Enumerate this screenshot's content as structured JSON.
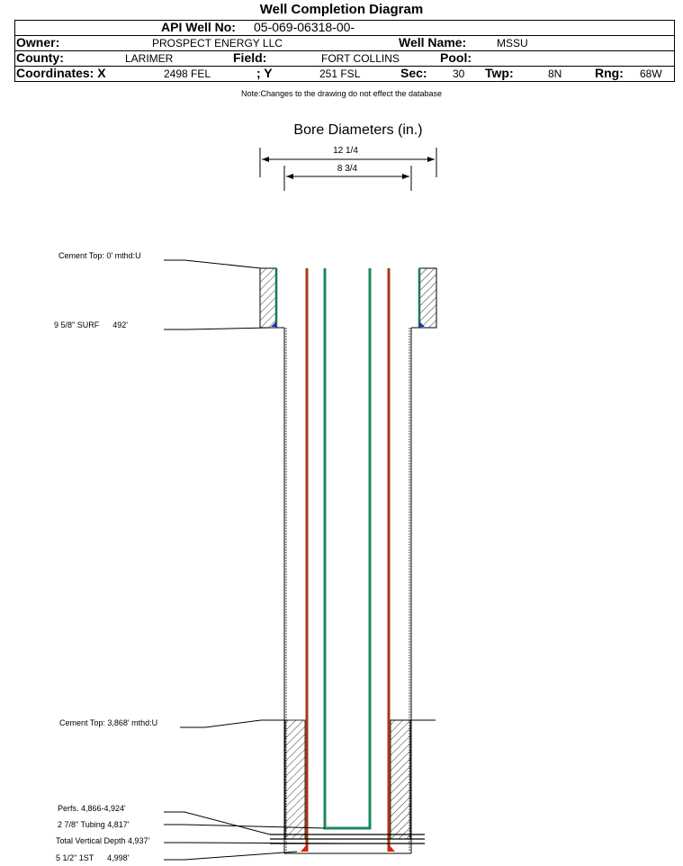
{
  "title": "Well Completion Diagram",
  "header": {
    "api_label": "API Well No:",
    "api_value": "05-069-06318-00-",
    "owner_label": "Owner:",
    "owner_value": "PROSPECT ENERGY LLC",
    "well_name_label": "Well Name:",
    "well_name_value": "MSSU",
    "county_label": "County:",
    "county_value": "LARIMER",
    "field_label": "Field:",
    "field_value": "FORT COLLINS",
    "pool_label": "Pool:",
    "pool_value": "",
    "coordx_label": "Coordinates: X",
    "coordx_value": "2498 FEL",
    "y_label": "; Y",
    "y_value": "251 FSL",
    "sec_label": "Sec:",
    "sec_value": "30",
    "twp_label": "Twp:",
    "twp_value": "8N",
    "rng_label": "Rng:",
    "rng_value": "68W"
  },
  "note": "Note:Changes to the drawing do not effect the database",
  "bore": {
    "title": "Bore Diameters (in.)",
    "outer": "12 1/4",
    "inner": "8 3/4"
  },
  "labels": {
    "cement_top_surface": "Cement Top: 0' mthd:U",
    "surface_casing": "9 5/8\" SURF      492'",
    "cement_top_production": "Cement Top: 3,868' mthd:U",
    "perfs": "Perfs. 4,866-4,924'",
    "tubing": "2 7/8\" Tubing 4,817'",
    "tvd": "Total Vertical Depth 4,937'",
    "production_casing": "5 1/2\" 1ST      4,998'"
  },
  "colors": {
    "surface_casing": "#1a7a4f",
    "production_casing": "#a53a12",
    "tubing": "#1a8a5a",
    "shoe_surface": "#1a2fc8",
    "shoe_production": "#e0200a"
  }
}
